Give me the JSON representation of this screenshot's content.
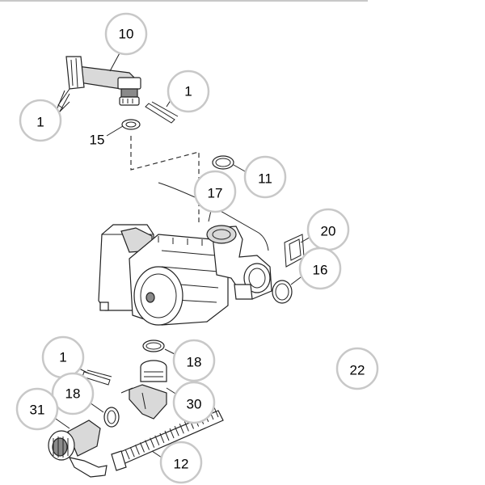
{
  "callouts": [
    {
      "id": "c10a",
      "label": "10"
    },
    {
      "id": "c1a",
      "label": "1"
    },
    {
      "id": "c1b",
      "label": "1"
    },
    {
      "id": "c15",
      "label": "15"
    },
    {
      "id": "c11",
      "label": "11"
    },
    {
      "id": "c17",
      "label": "17"
    },
    {
      "id": "c20",
      "label": "20"
    },
    {
      "id": "c16",
      "label": "16"
    },
    {
      "id": "c18a",
      "label": "18"
    },
    {
      "id": "c1c",
      "label": "1"
    },
    {
      "id": "c22",
      "label": "22"
    },
    {
      "id": "c18b",
      "label": "18"
    },
    {
      "id": "c31",
      "label": "31"
    },
    {
      "id": "c30",
      "label": "30"
    },
    {
      "id": "c12",
      "label": "12"
    }
  ]
}
